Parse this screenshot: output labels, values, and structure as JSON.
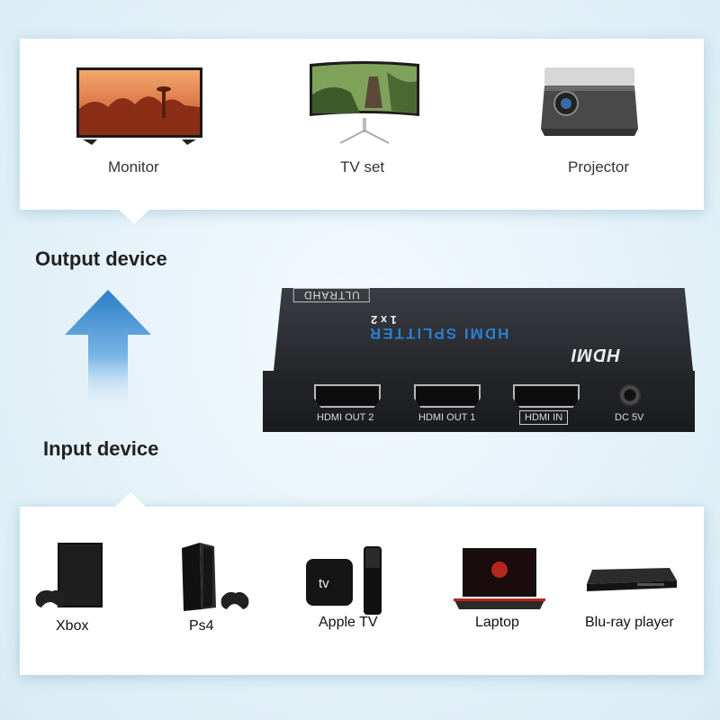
{
  "output_heading": "Output device",
  "input_heading": "Input device",
  "output_devices": [
    {
      "label": "Monitor",
      "icon": "monitor-icon"
    },
    {
      "label": "TV set",
      "icon": "tv-icon"
    },
    {
      "label": "Projector",
      "icon": "projector-icon"
    }
  ],
  "input_devices": [
    {
      "label": "Xbox",
      "icon": "xbox-icon"
    },
    {
      "label": "Ps4",
      "icon": "ps4-icon"
    },
    {
      "label": "Apple TV",
      "icon": "apple-tv-icon"
    },
    {
      "label": "Laptop",
      "icon": "laptop-icon"
    },
    {
      "label": "Blu-ray player",
      "icon": "bluray-player-icon"
    }
  ],
  "splitter": {
    "badge": "ULTRAHD",
    "title": "HDMI SPLITTER",
    "subtitle": "1 x 2",
    "logo": "HDMI",
    "ports": [
      "HDMI OUT 2",
      "HDMI OUT 1",
      "HDMI IN",
      "DC 5V"
    ]
  },
  "colors": {
    "arrow": "#2a7ec8",
    "accent_text": "#2b7fd0"
  }
}
